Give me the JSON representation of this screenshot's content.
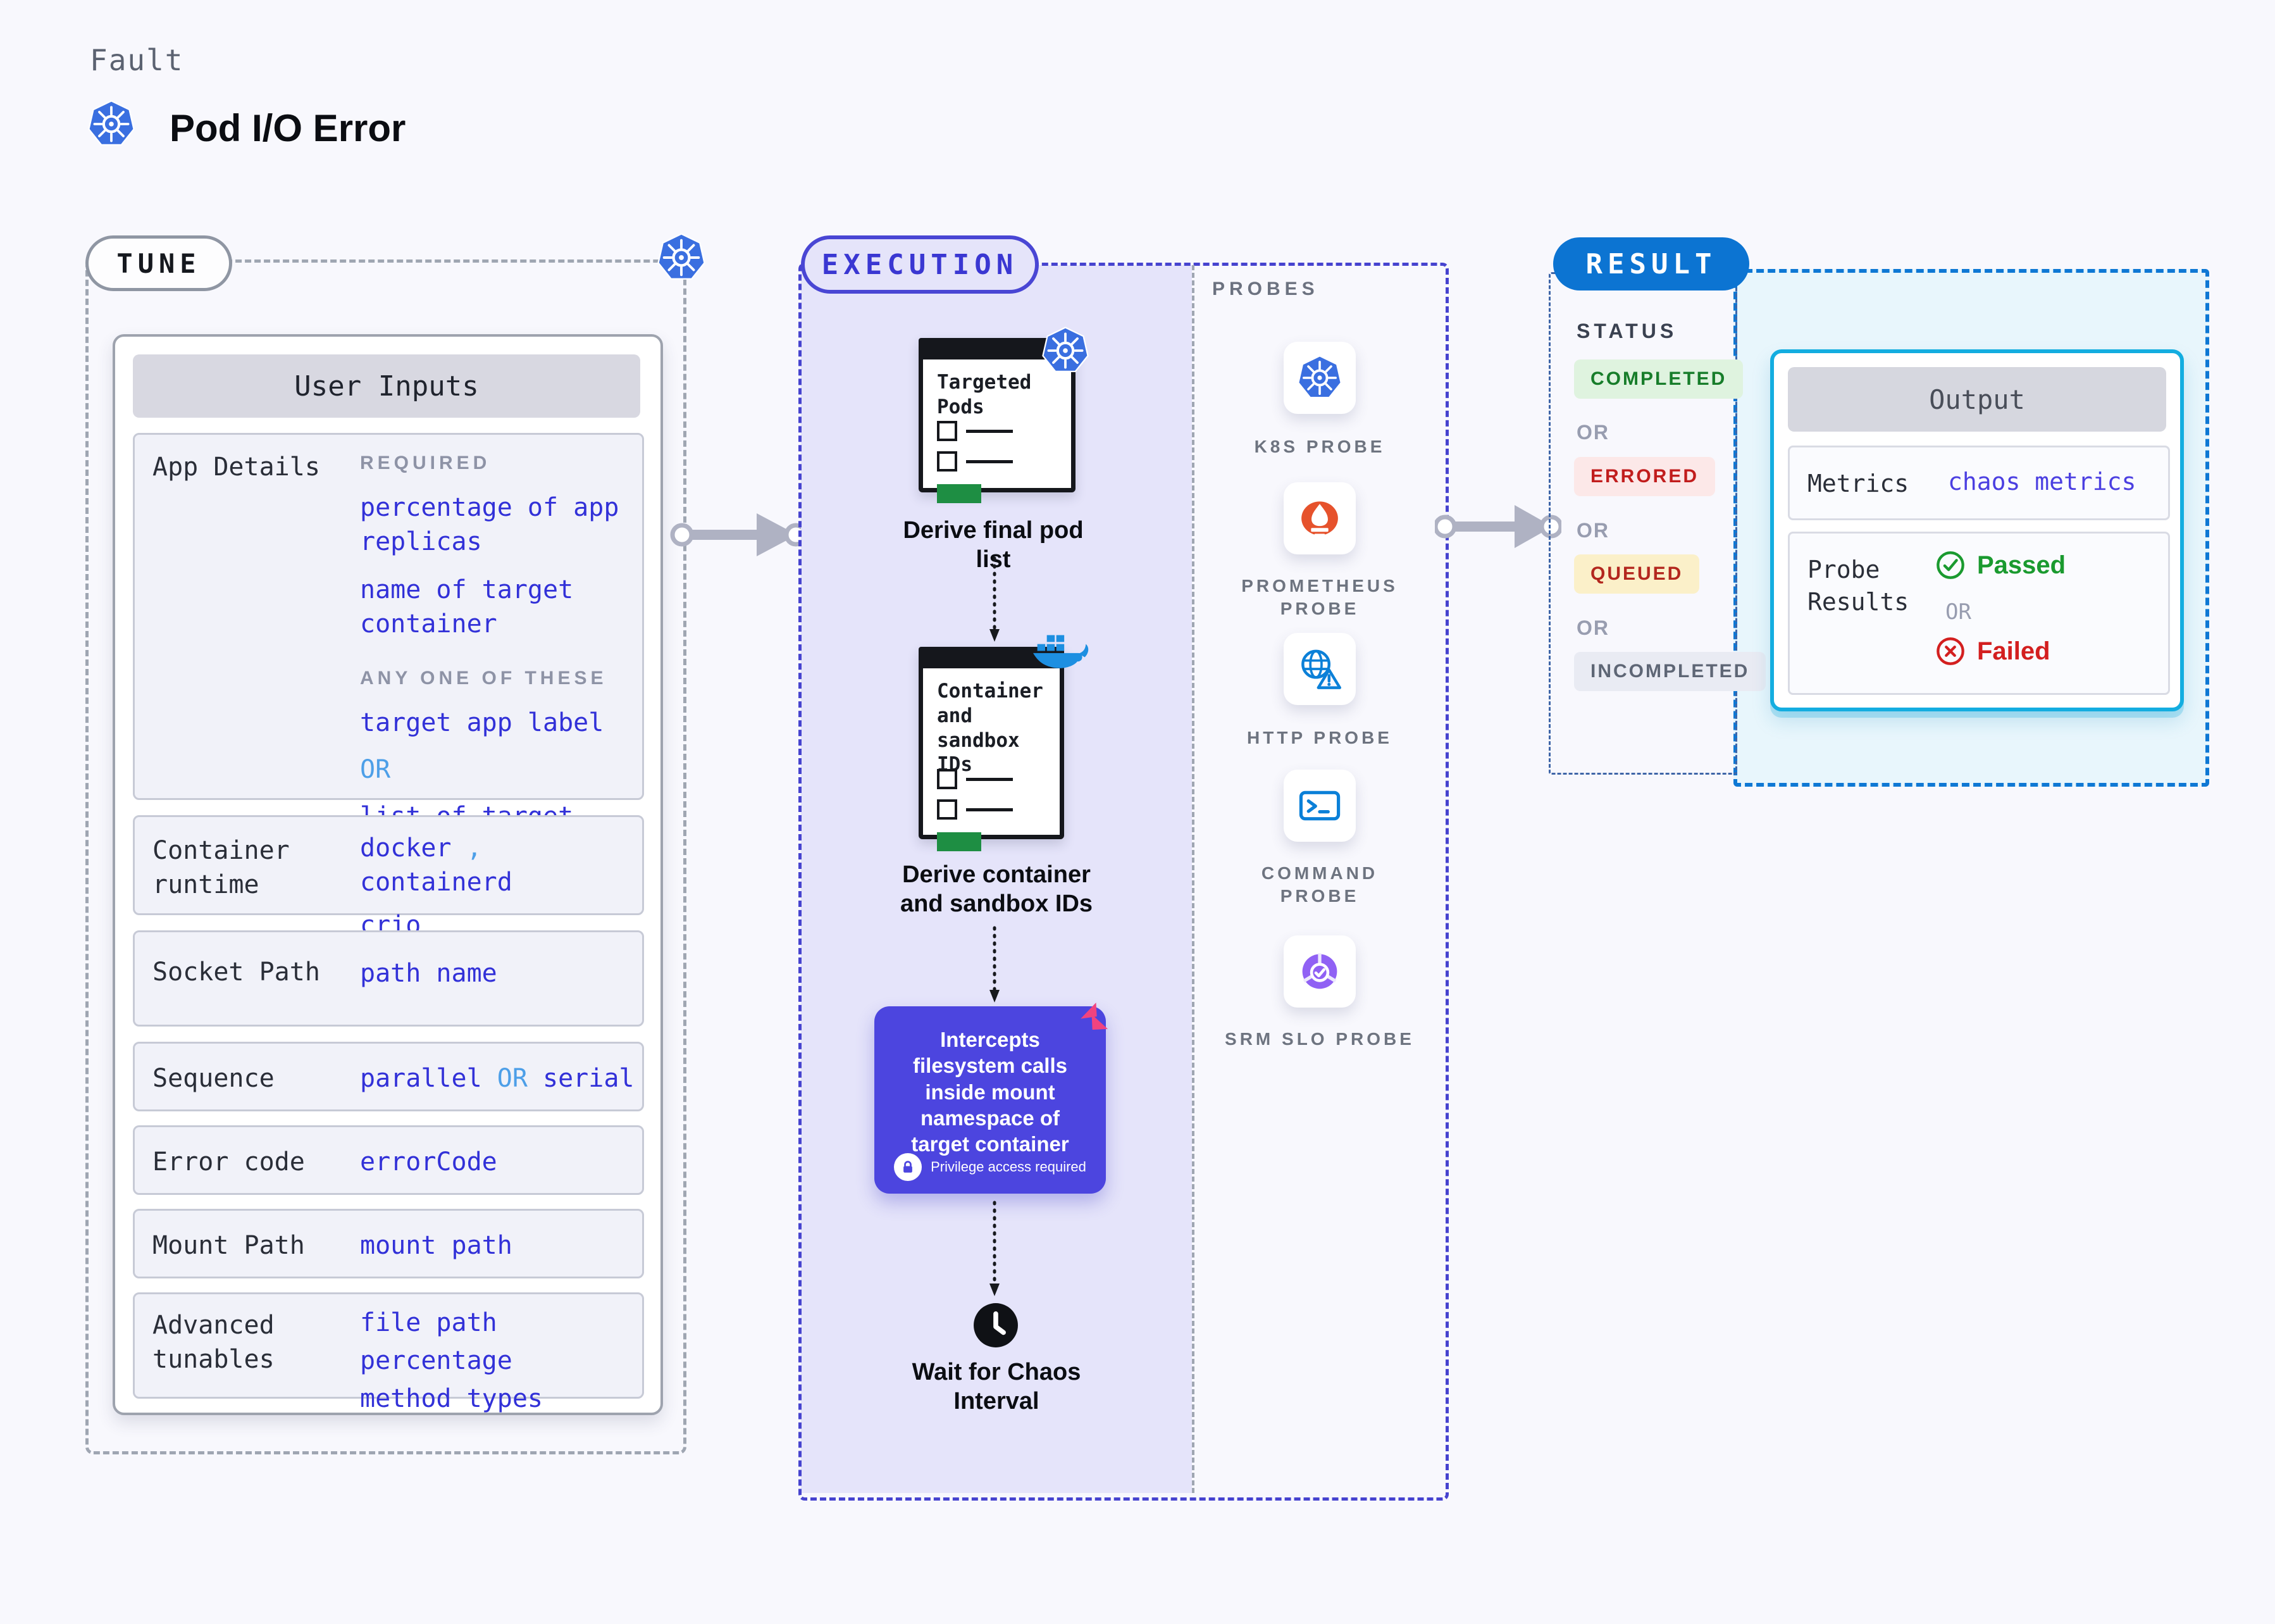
{
  "header": {
    "kicker": "Fault",
    "title": "Pod I/O Error"
  },
  "tune": {
    "badge": "TUNE",
    "card_title": "User Inputs",
    "rows": {
      "app_details": {
        "label": "App Details",
        "required_heading": "REQUIRED",
        "req_item1": "percentage of app replicas",
        "req_item2": "name of target container",
        "any_heading": "ANY ONE OF THESE",
        "any_item1": "target app label",
        "or": "OR",
        "any_item2": "list of target pods"
      },
      "container_runtime": {
        "label": "Container runtime",
        "v1": "docker",
        "sep": ",",
        "v2": "containerd",
        "v3": "crio"
      },
      "socket_path": {
        "label": "Socket Path",
        "value": "path name"
      },
      "sequence": {
        "label": "Sequence",
        "v1": "parallel",
        "or": "OR",
        "v2": "serial"
      },
      "error_code": {
        "label": "Error code",
        "value": "errorCode"
      },
      "mount_path": {
        "label": "Mount Path",
        "value": "mount path"
      },
      "advanced_tunables": {
        "label": "Advanced tunables",
        "v1": "file path",
        "v2": "percentage",
        "v3": "method types"
      }
    }
  },
  "execution": {
    "badge": "EXECUTION",
    "step1": {
      "doc_title": "Targeted Pods",
      "caption": "Derive final pod list"
    },
    "step2": {
      "doc_title": "Container and sandbox IDs",
      "caption": "Derive container and sandbox IDs"
    },
    "step3": {
      "text": "Intercepts filesystem calls inside mount namespace of target container",
      "note": "Privilege access required"
    },
    "step4": {
      "caption": "Wait for Chaos Interval"
    }
  },
  "probes": {
    "heading": "PROBES",
    "items": [
      {
        "label": "K8S PROBE",
        "icon": "kubernetes-icon"
      },
      {
        "label": "PROMETHEUS PROBE",
        "icon": "prometheus-icon"
      },
      {
        "label": "HTTP PROBE",
        "icon": "globe-warning-icon"
      },
      {
        "label": "COMMAND PROBE",
        "icon": "terminal-icon"
      },
      {
        "label": "SRM SLO PROBE",
        "icon": "slo-pie-check-icon"
      }
    ]
  },
  "result": {
    "badge": "RESULT",
    "status_heading": "STATUS",
    "or": "OR",
    "statuses": [
      {
        "label": "COMPLETED",
        "color": "#177d2a",
        "bg": "#dff3df"
      },
      {
        "label": "ERRORED",
        "color": "#c11d1d",
        "bg": "#fce8e8"
      },
      {
        "label": "QUEUED",
        "color": "#b3271e",
        "bg": "#fbf0c9"
      },
      {
        "label": "INCOMPLETED",
        "color": "#5e6675",
        "bg": "#e9ebf3"
      }
    ],
    "output": {
      "title": "Output",
      "metrics_label": "Metrics",
      "metrics_value": "chaos metrics",
      "probe_results_label": "Probe Results",
      "passed": "Passed",
      "or": "OR",
      "failed": "Failed"
    }
  },
  "colors": {
    "value_blue": "#3231d8",
    "accent_light_blue": "#4d9fe8",
    "execution_indigo": "#4643cf",
    "execution_fill": "#e5e4fa",
    "purple_step": "#4c45df",
    "result_blue": "#0c74d2",
    "cyan_border": "#13ade0",
    "cyan_fill": "#e8f6fc",
    "passed_green": "#1a9a2f",
    "failed_red": "#d31f1f",
    "kubernetes_blue": "#3a6fe0",
    "docker_blue": "#1d8fe1",
    "prometheus_orange": "#e6522c",
    "pink_logo": "#f1437f"
  }
}
